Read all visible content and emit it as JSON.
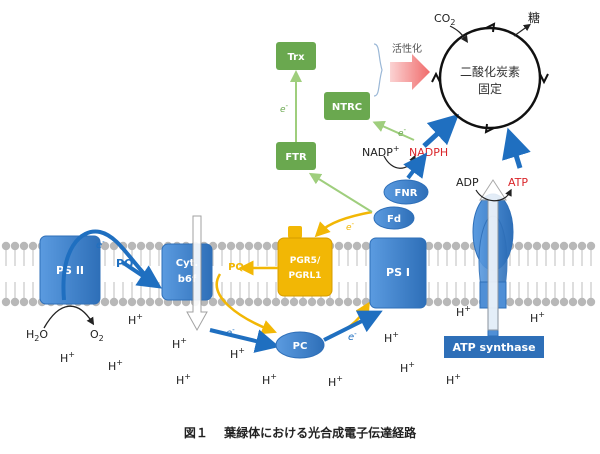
{
  "colors": {
    "membrane_head": "#b8b8b8",
    "membrane_tail": "#c8c8c8",
    "complex_blue": "#4f8fd6",
    "complex_blue_dark": "#2e6fb8",
    "arrow_blue": "#1f6fc0",
    "pgr_yellow": "#f2b705",
    "yellow_arrow": "#f2b705",
    "green_box": "#6aa84f",
    "green_arrow": "#9fce7d",
    "red_text": "#d9252a",
    "pink_arrow": "#f48a8a",
    "atp_box": "#2e6fb8"
  },
  "labels": {
    "ps2": "PS II",
    "pq_top": "PQ",
    "cytb6f_line1": "Cyt.",
    "cytb6f_line2": "b6f",
    "pgr_line1": "PGR5/",
    "pgr_line2": "PGRL1",
    "pq_yellow": "PQ",
    "ps1": "PS I",
    "fd": "Fd",
    "fnr": "FNR",
    "pc": "PC",
    "ftr": "FTR",
    "trx": "Trx",
    "ntrc": "NTRC",
    "nadp": "NADP",
    "nadp_sup": "+",
    "nadph": "NADPH",
    "adp": "ADP",
    "atp": "ATP",
    "atp_synthase": "ATP synthase",
    "activation": "活性化",
    "co2": "CO",
    "co2_sub": "2",
    "sugar": "糖",
    "cycle_line1": "二酸化炭素",
    "cycle_line2": "固定",
    "h2o": "H",
    "h2o_sub": "2",
    "h2o_o": "O",
    "o2": "O",
    "o2_sub": "2",
    "e": "e",
    "e_sup": "-",
    "h": "H",
    "h_sup": "+"
  },
  "caption": {
    "figure": "図１",
    "title": "葉緑体における光合成電子伝達経路"
  }
}
